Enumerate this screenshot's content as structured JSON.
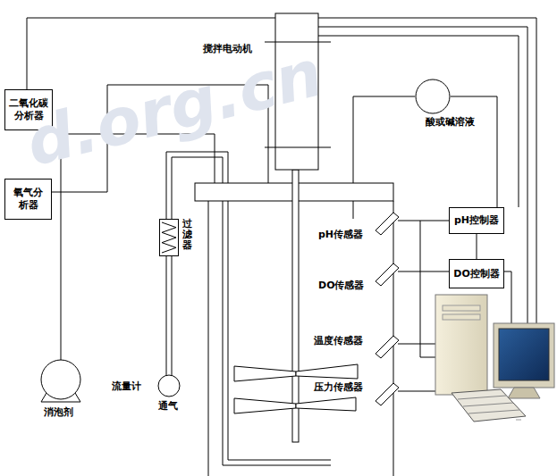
{
  "diagram": {
    "nodes": [
      {
        "text": [
          "二氧化碳分析器"
        ]
      },
      {
        "text": [
          "氧气分析器"
        ]
      },
      {
        "text": [
          "pH控制器"
        ]
      },
      {
        "text": [
          "DO控制器"
        ]
      },
      {
        "text": [
          "酸或碱溶液"
        ]
      },
      {
        "text": [
          "过滤器"
        ]
      }
    ],
    "edges": [
      {
        "from": 4,
        "to": 2,
        "arrow": "none"
      }
    ],
    "labels": [
      "搅拌电动机",
      "pH传感器",
      "DO传感器",
      "温度传感器",
      "压力传感器",
      "流量计",
      "通气",
      "消泡剂",
      "d.org.cn"
    ]
  }
}
